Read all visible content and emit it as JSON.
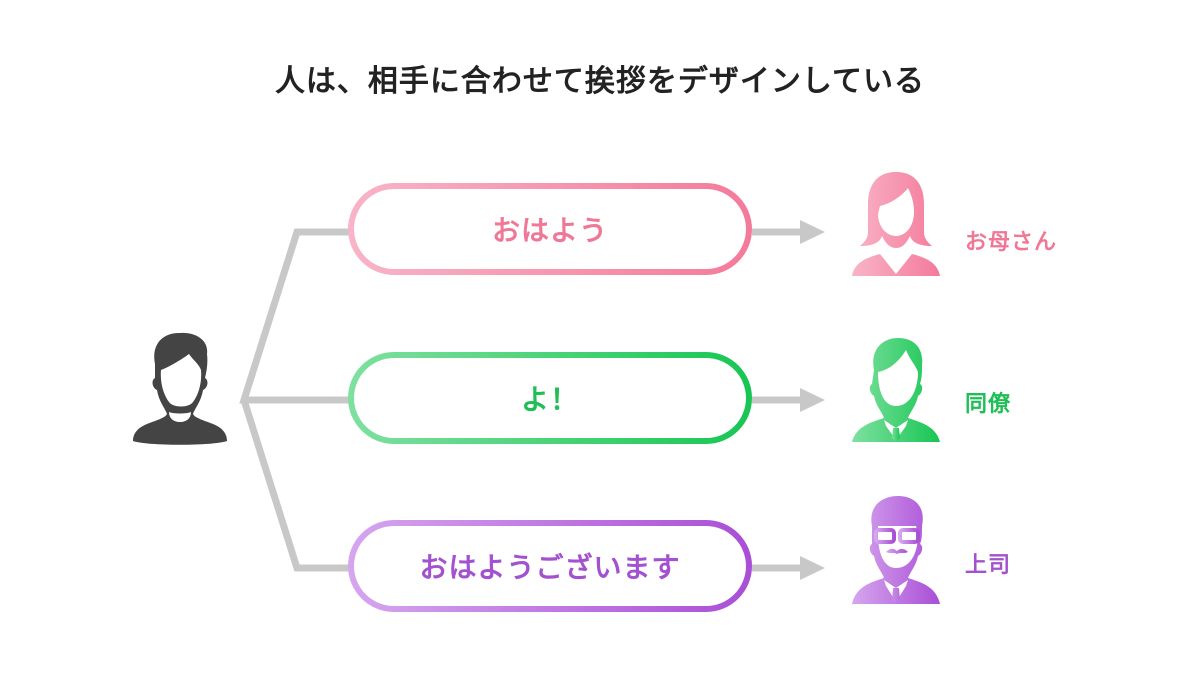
{
  "title": "人は、相手に合わせて挨拶をデザインしている",
  "speaker": {
    "icon": "person-icon",
    "color": "#444444"
  },
  "connector_color": "#c8c8c8",
  "greetings": [
    {
      "text": "おはよう",
      "recipient": "お母さん",
      "avatar_icon": "woman-icon",
      "color": "#ef7896",
      "gradient": [
        "#f8b4c8",
        "#f47a9a"
      ]
    },
    {
      "text": "よ！",
      "recipient": "同僚",
      "avatar_icon": "businessman-icon",
      "color": "#1fbf55",
      "gradient": [
        "#7fe0a0",
        "#17c653"
      ]
    },
    {
      "text": "おはようございます",
      "recipient": "上司",
      "avatar_icon": "boss-with-glasses-icon",
      "color": "#a352cf",
      "gradient": [
        "#d6a6ee",
        "#a94ed6"
      ]
    }
  ]
}
